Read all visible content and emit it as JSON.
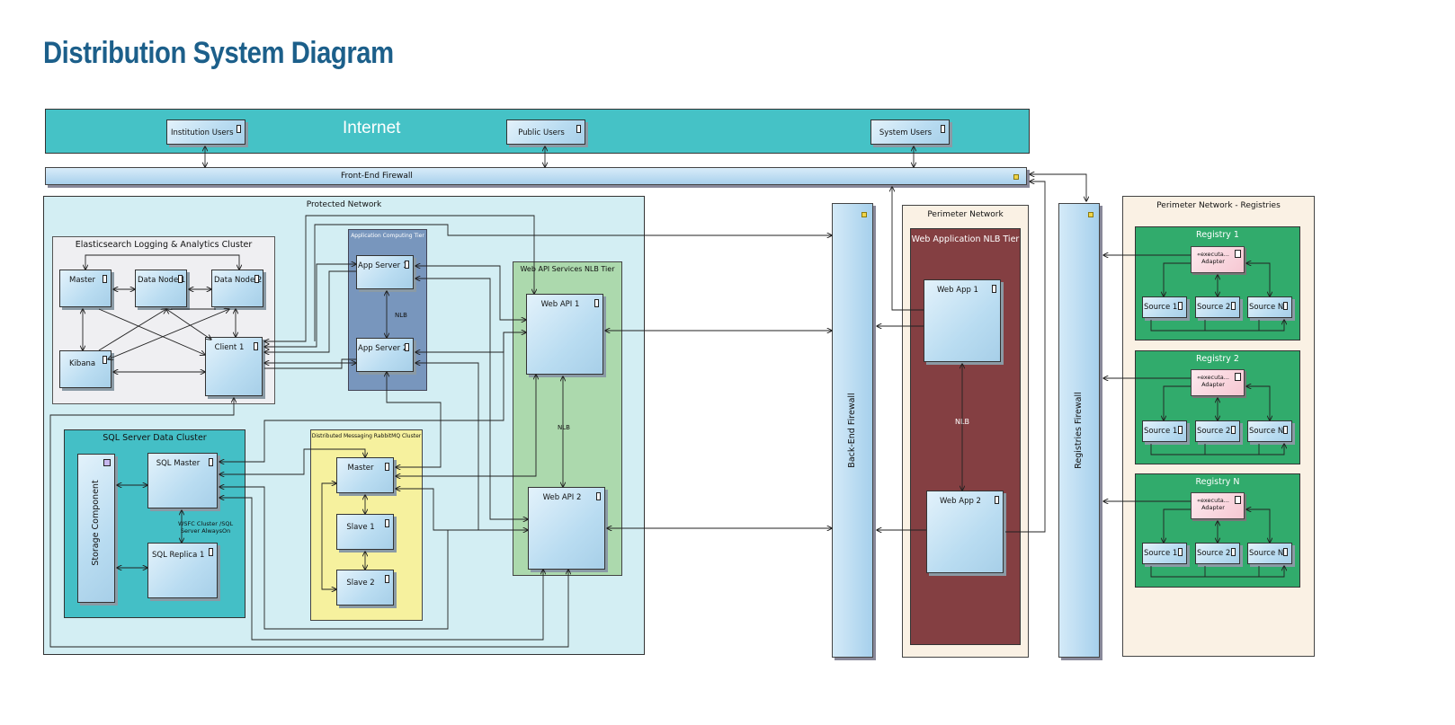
{
  "title": "Distribution System Diagram",
  "internet": {
    "label": "Internet",
    "users": [
      "Institution Users",
      "Public Users",
      "System Users"
    ]
  },
  "front_firewall": "Front-End Firewall",
  "back_firewall": "Back-End Firewall",
  "registries_firewall": "Registries Firewall",
  "protected_network": {
    "label": "Protected Network",
    "elastic": {
      "label": "Elasticsearch Logging & Analytics Cluster",
      "nodes": [
        "Master",
        "Data Node 1",
        "Data Node 2",
        "Kibana",
        "Client 1"
      ]
    },
    "app_tier": {
      "label": "Application Computing Tier",
      "nodes": [
        "App Server 1",
        "App Server 2"
      ],
      "nlb": "NLB"
    },
    "webapi_tier": {
      "label": "Web API Services NLB Tier",
      "nodes": [
        "Web API 1",
        "Web API 2"
      ],
      "nlb": "NLB"
    },
    "sql": {
      "label": "SQL Server Data Cluster",
      "storage": "Storage Component",
      "nodes": [
        "SQL Master",
        "SQL Replica 1"
      ],
      "note": "WSFC Cluster /SQL\nServer AlwaysOn"
    },
    "rabbit": {
      "label": "Distributed Messaging RabbitMQ Cluster",
      "nodes": [
        "Master",
        "Slave 1",
        "Slave 2"
      ]
    }
  },
  "perimeter_network": {
    "label": "Perimeter Network",
    "tier": "Web Application NLB Tier",
    "nodes": [
      "Web App 1",
      "Web App 2"
    ],
    "nlb": "NLB"
  },
  "registries_network": {
    "label": "Perimeter Network - Registries",
    "registries": [
      {
        "label": "Registry 1",
        "adapter": "«executa...\nAdapter",
        "sources": [
          "Source 1",
          "Source 2",
          "Source N"
        ]
      },
      {
        "label": "Registry 2",
        "adapter": "«executa...\nAdapter",
        "sources": [
          "Source 1",
          "Source 2",
          "Source N"
        ]
      },
      {
        "label": "Registry N",
        "adapter": "«executa...\nAdapter",
        "sources": [
          "Source 1",
          "Source 2",
          "Source N"
        ]
      }
    ]
  },
  "colors": {
    "internet": "#45c2c6",
    "protected": "#d3eef3",
    "elastic": "#efeff2",
    "app_tier": "#7896bd",
    "webapi_tier": "#acd9ad",
    "sql": "#44bfc6",
    "rabbit": "#f6f19e",
    "perimeter": "#faf1e4",
    "nlb_tier": "#843f42",
    "registry": "#31ab6c",
    "title": "#1c5f8a"
  }
}
